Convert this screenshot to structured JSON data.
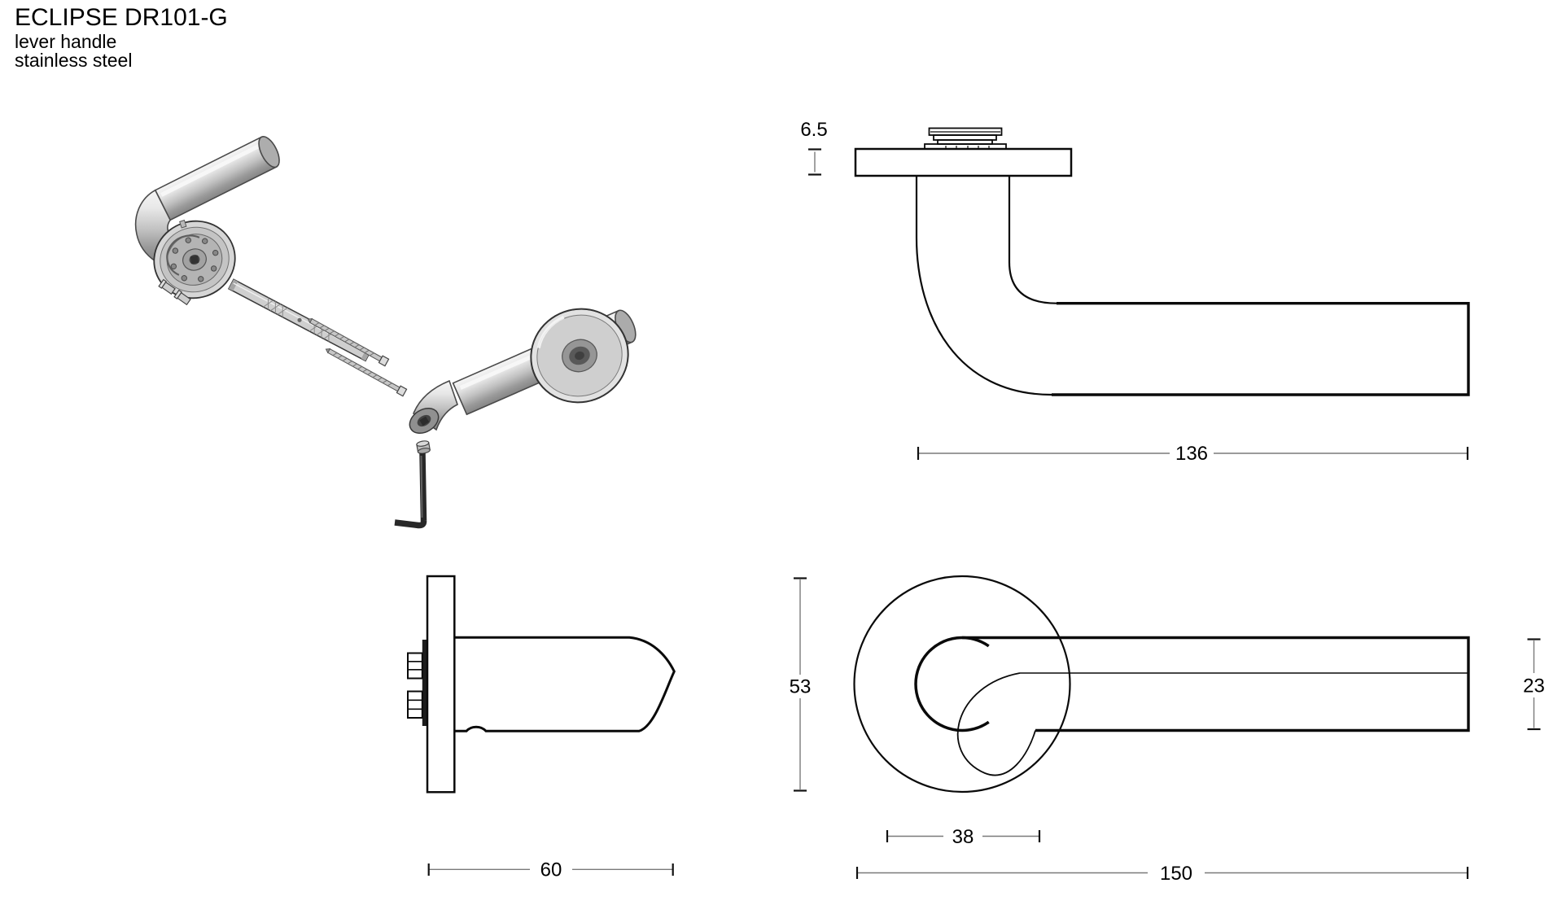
{
  "title": "ECLIPSE DR101-G",
  "subtitle_line1": "lever handle",
  "subtitle_line2": "stainless steel",
  "dims": {
    "rose_thickness": "6.5",
    "lever_length": "136",
    "projection": "60",
    "rose_diameter": "53",
    "fixing_diameter": "38",
    "total_length": "150",
    "grip_diameter": "23"
  },
  "colors": {
    "line": "#0a0a0a",
    "dim_line": "#7a7a7a",
    "background": "#ffffff",
    "metal_light": "#f5f5f5",
    "metal_mid": "#c9c9c9",
    "metal_dark": "#858585"
  }
}
